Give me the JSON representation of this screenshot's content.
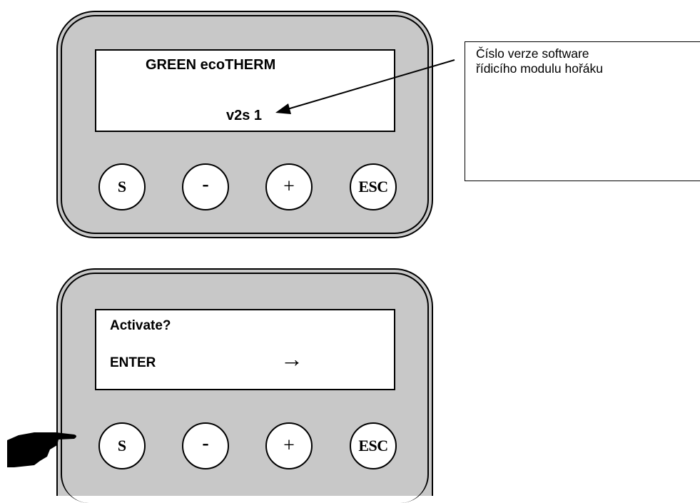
{
  "panel_top": {
    "line1": "GREEN ecoTHERM",
    "line2": "v2s 1",
    "buttons": [
      "S",
      "-",
      "+",
      "ESC"
    ]
  },
  "callout": {
    "line1": "Číslo verze software",
    "line2": "řídicího modulu hořáku"
  },
  "panel_bottom": {
    "line1": "Activate?",
    "line2": "ENTER",
    "arrow_glyph": "→",
    "buttons": [
      "S",
      "-",
      "+",
      "ESC"
    ]
  },
  "icons": {
    "callout_arrow": "arrow-pointer-icon",
    "hand": "pointing-hand-icon"
  }
}
